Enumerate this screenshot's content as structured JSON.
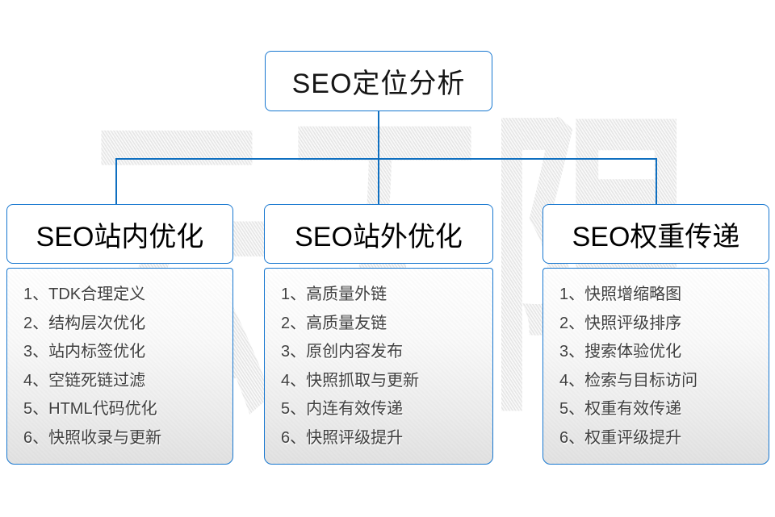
{
  "diagram": {
    "title": "SEO定位分析",
    "watermark": "云无限",
    "colors": {
      "box_border": "#1777d0",
      "connector": "#0f6fc0",
      "header_text": "#161616",
      "list_text": "#404040",
      "list_gradient_bottom": "#e2e2e2",
      "watermark_gray": "#e6e6e6"
    },
    "columns": [
      {
        "header": "SEO站内优化",
        "items": [
          "1、TDK合理定义",
          "2、结构层次优化",
          "3、站内标签优化",
          "4、空链死链过滤",
          "5、HTML代码优化",
          "6、快照收录与更新"
        ]
      },
      {
        "header": "SEO站外优化",
        "items": [
          "1、高质量外链",
          "2、高质量友链",
          "3、原创内容发布",
          "4、快照抓取与更新",
          "5、内连有效传递",
          "6、快照评级提升"
        ]
      },
      {
        "header": "SEO权重传递",
        "items": [
          "1、快照增缩略图",
          "2、快照评级排序",
          "3、搜索体验优化",
          "4、检索与目标访问",
          "5、权重有效传递",
          "6、权重评级提升"
        ]
      }
    ]
  }
}
